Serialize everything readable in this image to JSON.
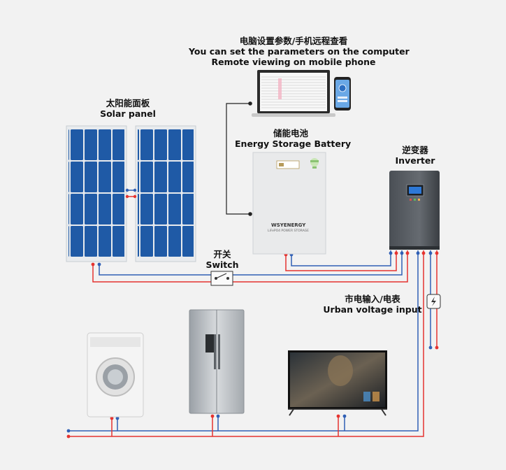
{
  "computer": {
    "title_cn": "电脑设置参数/手机远程查看",
    "title_en": "You can set the parameters on the computer",
    "subtitle_en": "Remote viewing on mobile phone"
  },
  "solar_panel": {
    "label_cn": "太阳能面板",
    "label_en": "Solar  panel"
  },
  "battery": {
    "label_cn": "储能电池",
    "label_en": "Energy Storage Battery",
    "brand": "WSYENERGY",
    "model_line": "LiFePO4 POWER STORAGE"
  },
  "inverter": {
    "label_cn": "逆变器",
    "label_en": "Inverter"
  },
  "switch": {
    "label_cn": "开关",
    "label_en": "Switch"
  },
  "grid": {
    "label_cn": "市电输入/电表",
    "label_en": "Urban voltage input"
  },
  "appliances": [
    "washing-machine",
    "refrigerator",
    "television"
  ],
  "colors": {
    "wire_red": "#e5332f",
    "wire_blue": "#2f5fb5",
    "panel_cell": "#1f5aa6",
    "background": "#f2f2f2"
  }
}
